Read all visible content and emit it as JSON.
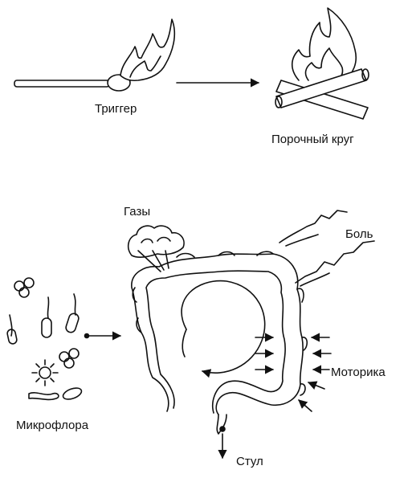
{
  "top": {
    "trigger_label": "Триггер",
    "vicious_circle_label": "Порочный круг"
  },
  "bottom": {
    "gases_label": "Газы",
    "pain_label": "Боль",
    "motility_label": "Моторика",
    "microflora_label": "Микрофлора",
    "stool_label": "Стул"
  }
}
